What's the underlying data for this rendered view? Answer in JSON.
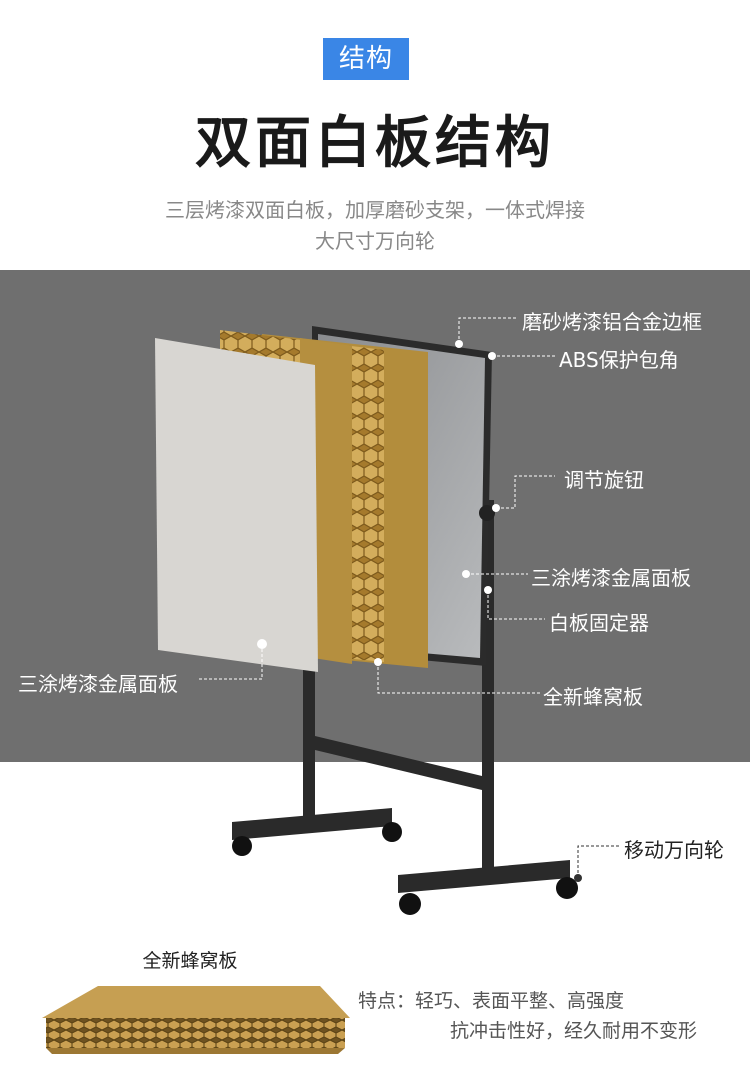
{
  "header": {
    "badge": "结构",
    "title": "双面白板结构",
    "subtitle_line1": "三层烤漆双面白板，加厚磨砂支架，一体式焊接",
    "subtitle_line2": "大尺寸万向轮"
  },
  "callouts": {
    "frame": "磨砂烤漆铝合金边框",
    "corner": "ABS保护包角",
    "knob": "调节旋钮",
    "metal_panel_right": "三涂烤漆金属面板",
    "holder": "白板固定器",
    "metal_panel_left": "三涂烤漆金属面板",
    "honeycomb": "全新蜂窝板",
    "wheel": "移动万向轮"
  },
  "feature": {
    "title": "全新蜂窝板",
    "line1": "特点：轻巧、表面平整、高强度",
    "line2": "抗冲击性好，经久耐用不变形"
  },
  "colors": {
    "accent": "#3a86e6",
    "panel_bg": "#6f6f6f",
    "honeycomb": "#c39a48",
    "frame": "#2b2b2b"
  }
}
